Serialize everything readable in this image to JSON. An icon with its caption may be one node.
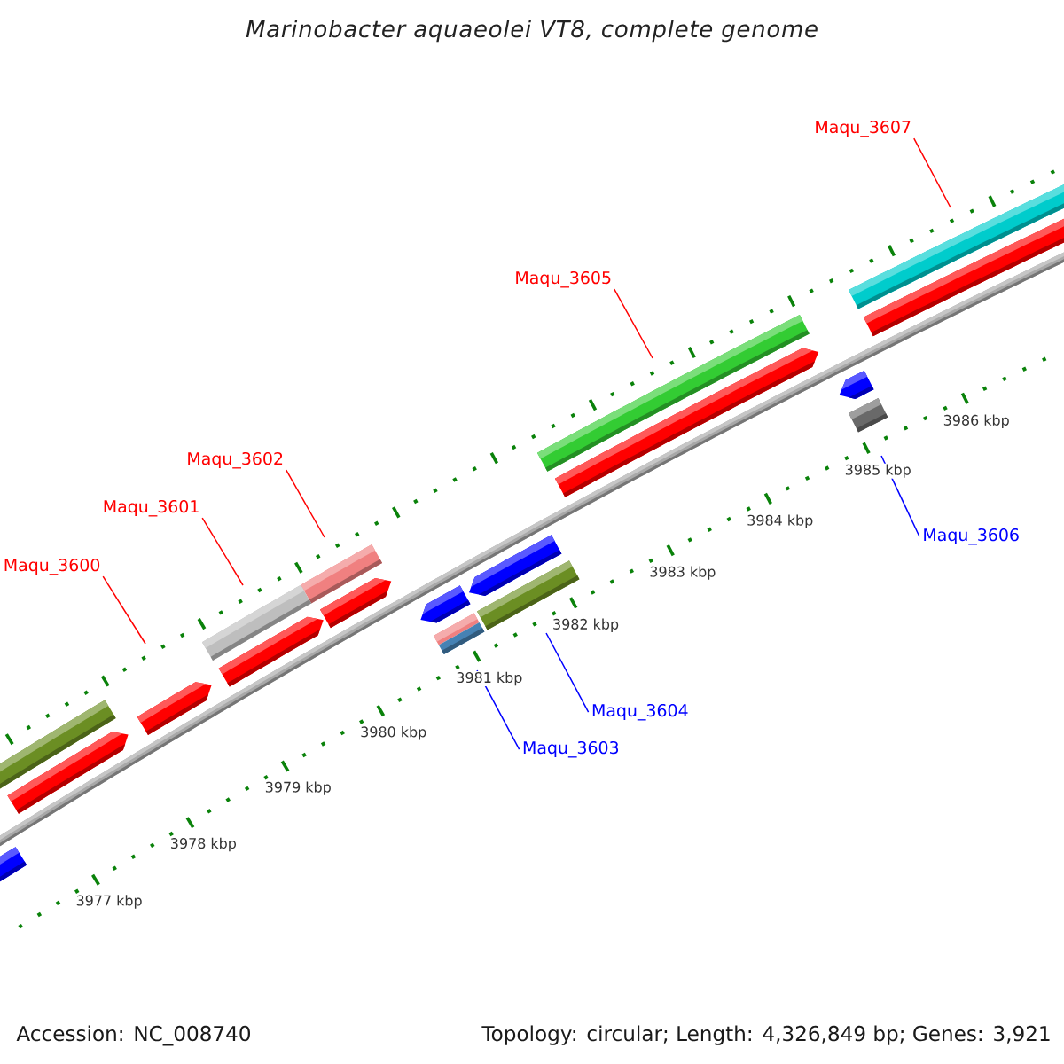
{
  "diagram": {
    "title": "Marinobacter aquaeolei VT8, complete genome",
    "nodes": [
      {
        "text": [
          "Maqu_3607"
        ]
      },
      {
        "text": [],
        "shape": "bar"
      },
      {
        "text": [
          "Maqu_3605"
        ]
      },
      {
        "text": [],
        "shape": "bar"
      },
      {
        "text": [],
        "shape": "bar"
      },
      {
        "text": [
          "Maqu_3602"
        ]
      },
      {
        "text": [
          "Maqu_3601"
        ]
      },
      {
        "text": [
          "Maqu_3606"
        ]
      },
      {
        "text": [],
        "shape": "bar"
      },
      {
        "text": [],
        "shape": "bar"
      },
      {
        "text": [
          "Maqu_3600"
        ]
      },
      {
        "text": [],
        "shape": "bar"
      },
      {
        "text": [],
        "shape": "bar"
      },
      {
        "text": [],
        "shape": "bar"
      },
      {
        "text": [],
        "shape": "bar"
      },
      {
        "text": [
          "Maqu_3604"
        ]
      },
      {
        "text": [
          "Maqu_3603"
        ]
      },
      {
        "text": [],
        "shape": "bar"
      }
    ],
    "edges": [
      {
        "from": 0,
        "to": 1,
        "arrow": "none"
      },
      {
        "from": 2,
        "to": 3,
        "arrow": "none"
      },
      {
        "from": 5,
        "to": 8,
        "arrow": "none"
      },
      {
        "from": 6,
        "to": 11,
        "arrow": "none"
      },
      {
        "from": 7,
        "to": 4,
        "arrow": "none",
        "color": "#0000ff"
      },
      {
        "from": 10,
        "to": 13,
        "arrow": "none"
      },
      {
        "from": 15,
        "to": 9,
        "arrow": "none",
        "color": "#0000ff"
      },
      {
        "from": 16,
        "to": 12,
        "arrow": "none",
        "color": "#0000ff"
      }
    ],
    "labels": [
      "3986 kbp",
      "3985 kbp",
      "3984 kbp",
      "3983 kbp",
      "3982 kbp",
      "3981 kbp",
      "3980 kbp",
      "3979 kbp",
      "3978 kbp",
      "3977 kbp",
      "Accession: NC_008740",
      "Topology: circular; Length: 4,326,849 bp; Genes: 3,921"
    ]
  }
}
